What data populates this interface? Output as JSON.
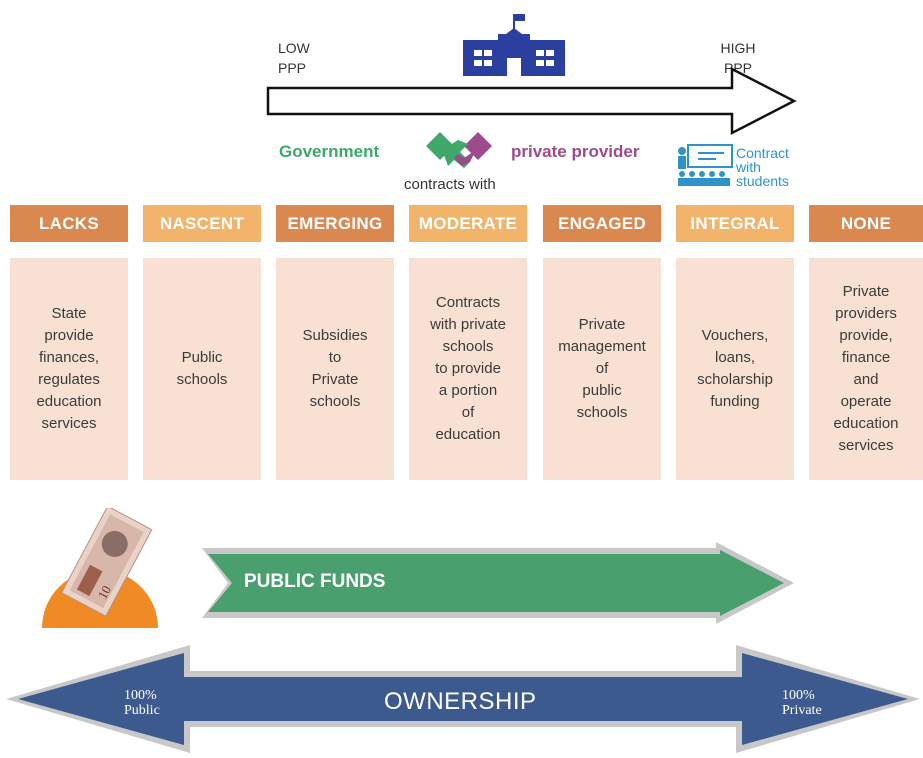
{
  "top": {
    "low": "LOW\nPPP",
    "high": "HIGH\nPPP",
    "government": "Government",
    "private_provider": "private provider",
    "contracts_with": "contracts with",
    "contract_with_students": "Contract\nwith\nstudents"
  },
  "levels": [
    {
      "label": "LACKS",
      "desc": "State\nprovide\nfinances,\nregulates\neducation\nservices"
    },
    {
      "label": "NASCENT",
      "desc": "Public\nschools"
    },
    {
      "label": "EMERGING",
      "desc": "Subsidies\nto\nPrivate\nschools"
    },
    {
      "label": "MODERATE",
      "desc": "Contracts\nwith private\nschools\nto provide\na portion\nof\neducation"
    },
    {
      "label": "ENGAGED",
      "desc": "Private\nmanagement\nof\npublic\nschools"
    },
    {
      "label": "INTEGRAL",
      "desc": "Vouchers,\nloans,\nscholarship\nfunding"
    },
    {
      "label": "NONE",
      "desc": "Private\nproviders\nprovide,\nfinance\nand\noperate\neducation\nservices"
    }
  ],
  "public_funds": "PUBLIC FUNDS",
  "ownership": {
    "label": "OWNERSHIP",
    "left": "100%\nPublic",
    "right": "100%\nPrivate"
  },
  "colors": {
    "header_dark": "#d9894f",
    "header_light": "#f2b36b",
    "box": "#f8e1d2",
    "green": "#3fa86a",
    "purple": "#9c4b8d",
    "navy": "#3d5a8e",
    "blue_icon": "#2f93c9"
  },
  "icons": {
    "school": "school-building-icon",
    "handshake": "handshake-icon",
    "classroom": "classroom-icon",
    "banknote": "banknote-piggybank-icon"
  }
}
